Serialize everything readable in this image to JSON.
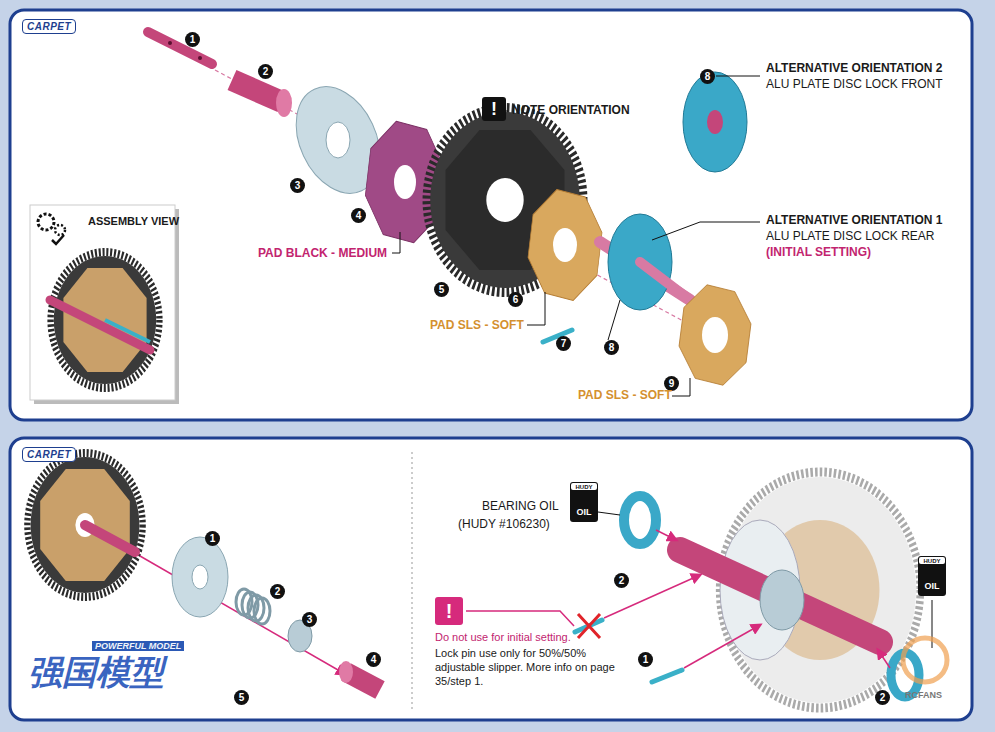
{
  "diagram": {
    "nodes": [
      {
        "text": [
          "CARPET"
        ]
      },
      {
        "text": [
          "!"
        ]
      },
      {
        "text": [
          "ASSEMBLY VIEW"
        ]
      },
      {
        "text": [
          "CARPET"
        ]
      },
      {
        "text": [
          "HUDY",
          "OIL"
        ]
      },
      {
        "text": [
          "!"
        ]
      },
      {
        "text": [
          "HUDY",
          "OIL"
        ]
      }
    ],
    "labels": [
      "1",
      "2",
      "3",
      "4",
      "PAD BLACK - MEDIUM",
      "5",
      "NOTE ORIENTATION",
      "ALTERNATIVE ORIENTATION 2",
      "ALU PLATE DISC LOCK FRONT",
      "8",
      "ALTERNATIVE ORIENTATION 1",
      "ALU PLATE DISC LOCK REAR",
      "(INITIAL SETTING)",
      "6",
      "PAD SLS - SOFT",
      "7",
      "8",
      "9",
      "PAD SLS - SOFT",
      "1",
      "2",
      "3",
      "4",
      "5",
      "BEARING OIL",
      "(HUDY #106230)",
      "2",
      "Do not use for initial setting.",
      "Lock pin use only for 50%/50% adjustable slipper. More info on page 35/step 1.",
      "1",
      "2",
      "POWERFUL MODEL",
      "强国模型",
      "RCFANS"
    ]
  }
}
